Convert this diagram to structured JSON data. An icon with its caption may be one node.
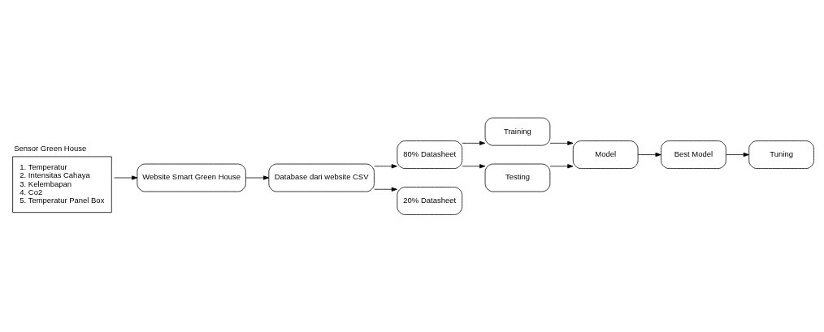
{
  "diagram": {
    "nodes": [
      {
        "text": [
          "Sensor Green House",
          "1. Temperatur 2. Intensitas Cahaya 3. Kelembapan 4. Co2 5. Temperatur Panel Box"
        ]
      },
      {
        "text": [
          "Website Smart Green House"
        ]
      },
      {
        "text": [
          "Database dari website CSV"
        ]
      },
      {
        "text": [
          "80% Datasheet"
        ]
      },
      {
        "text": [
          "20% Datasheet"
        ]
      },
      {
        "text": [
          "Training"
        ]
      },
      {
        "text": [
          "Testing"
        ]
      },
      {
        "text": [
          "Model"
        ]
      },
      {
        "text": [
          "Best Model"
        ]
      },
      {
        "text": [
          "Tuning"
        ]
      }
    ],
    "edges": [
      {
        "from": 0,
        "to": 1,
        "arrow": "to"
      },
      {
        "from": 1,
        "to": 2,
        "arrow": "to"
      },
      {
        "from": 2,
        "to": 3,
        "arrow": "to"
      },
      {
        "from": 2,
        "to": 4,
        "arrow": "to"
      },
      {
        "from": 3,
        "to": 5,
        "arrow": "to"
      },
      {
        "from": 3,
        "to": 6,
        "arrow": "to"
      },
      {
        "from": 5,
        "to": 7,
        "arrow": "to"
      },
      {
        "from": 6,
        "to": 7,
        "arrow": "to"
      },
      {
        "from": 7,
        "to": 8,
        "arrow": "to"
      },
      {
        "from": 8,
        "to": 9,
        "arrow": "to"
      }
    ]
  }
}
